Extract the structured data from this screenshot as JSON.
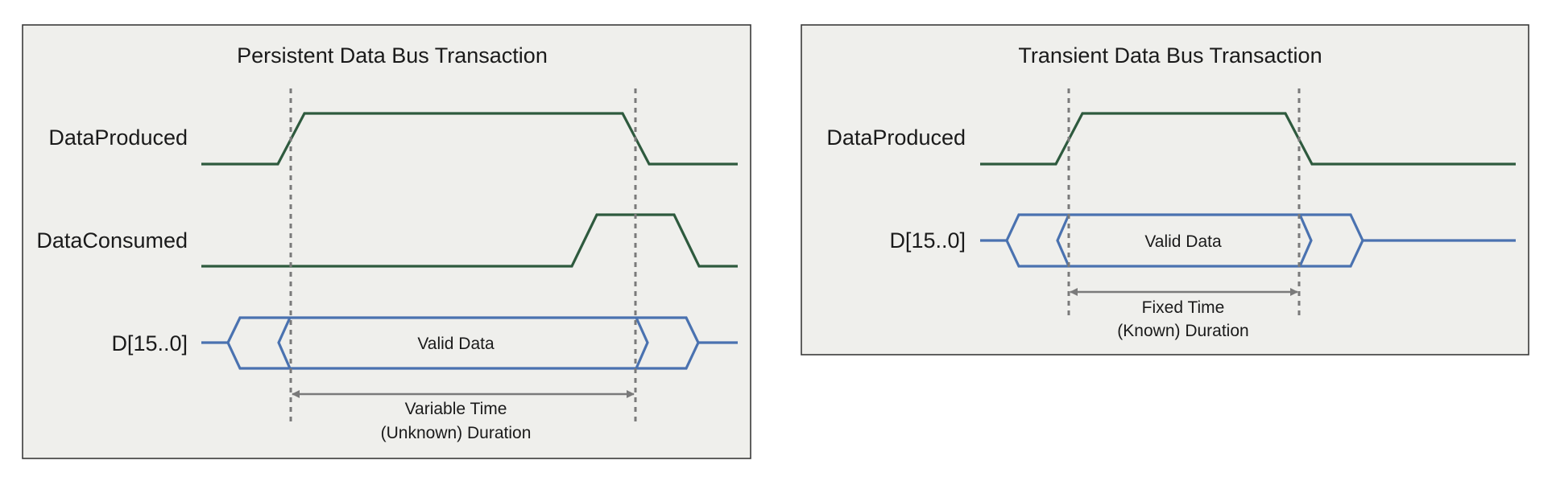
{
  "panels": [
    {
      "title": "Persistent Data Bus Transaction",
      "signals": {
        "data_produced": "DataProduced",
        "data_consumed": "DataConsumed",
        "data_bus": "D[15..0]"
      },
      "bus_label": "Valid Data",
      "duration_line1": "Variable Time",
      "duration_line2": "(Unknown) Duration"
    },
    {
      "title": "Transient Data Bus Transaction",
      "signals": {
        "data_produced": "DataProduced",
        "data_bus": "D[15..0]"
      },
      "bus_label": "Valid Data",
      "duration_line1": "Fixed Time",
      "duration_line2": "(Known) Duration"
    }
  ],
  "colors": {
    "control_signal": "#2e5a3e",
    "data_bus": "#4a72b0",
    "guides": "#7a7a7a",
    "panel_background": "#efefec"
  }
}
